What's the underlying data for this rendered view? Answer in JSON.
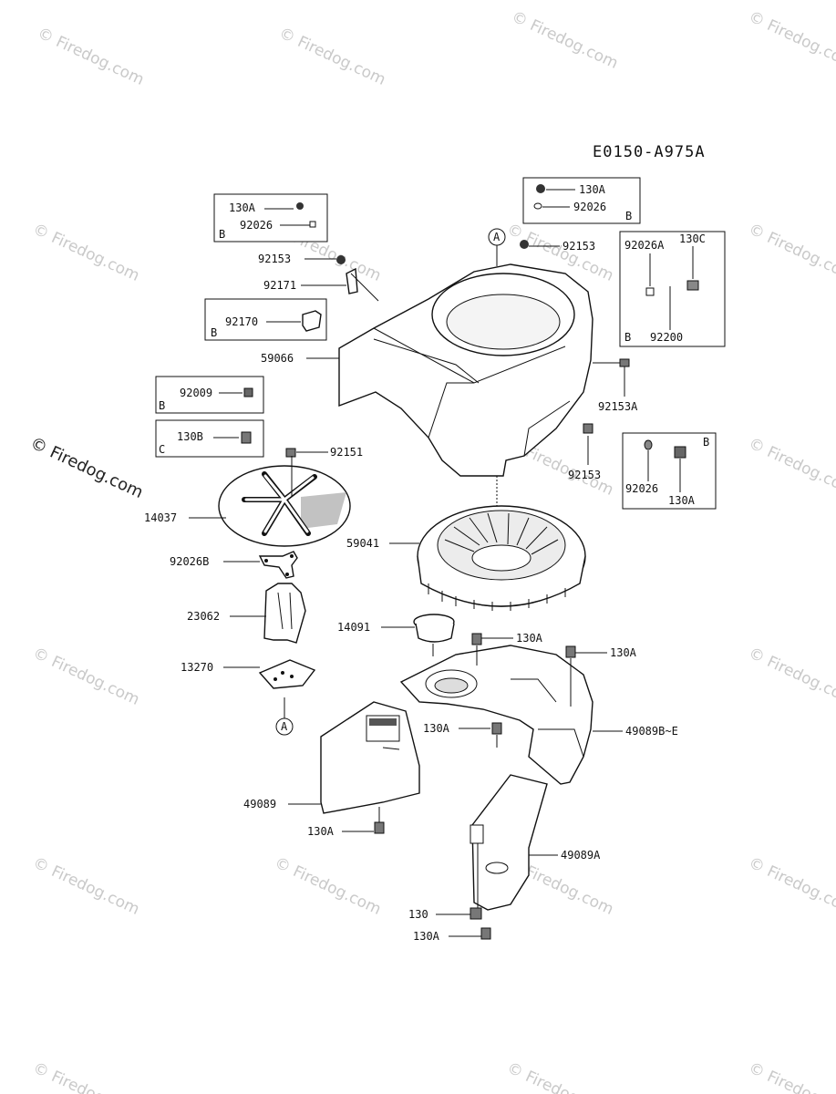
{
  "diagram": {
    "code": "E0150-A975A",
    "watermark": "© Firedog.com",
    "callout_marker": "A",
    "parts": {
      "p92153_top_left": "92153",
      "p92171": "92171",
      "p59066": "59066",
      "p92153_top_right": "92153",
      "p92153a": "92153A",
      "p92153_mid_right": "92153",
      "p92151": "92151",
      "p14037": "14037",
      "p59041": "59041",
      "p92026b": "92026B",
      "p23062": "23062",
      "p14091": "14091",
      "p130a_1": "130A",
      "p130a_2": "130A",
      "p13270": "13270",
      "p130a_3": "130A",
      "p49089be": "49089B~E",
      "p49089": "49089",
      "p130a_4": "130A",
      "p49089a": "49089A",
      "p130": "130",
      "p130a_5": "130A"
    },
    "boxes": {
      "box1": {
        "l1": "130A",
        "l2": "92026",
        "letter": "B"
      },
      "box2": {
        "l1": "130A",
        "l2": "92026",
        "letter": "B"
      },
      "box3": {
        "l1": "92170",
        "letter": "B"
      },
      "box4": {
        "l1": "92026A",
        "l2": "130C",
        "l3": "92200",
        "letter": "B"
      },
      "box5": {
        "l1": "92009",
        "letter": "B"
      },
      "box6": {
        "l1": "130B",
        "letter": "C"
      },
      "box7": {
        "l1": "92026",
        "l2": "130A",
        "letter": "B"
      }
    }
  }
}
